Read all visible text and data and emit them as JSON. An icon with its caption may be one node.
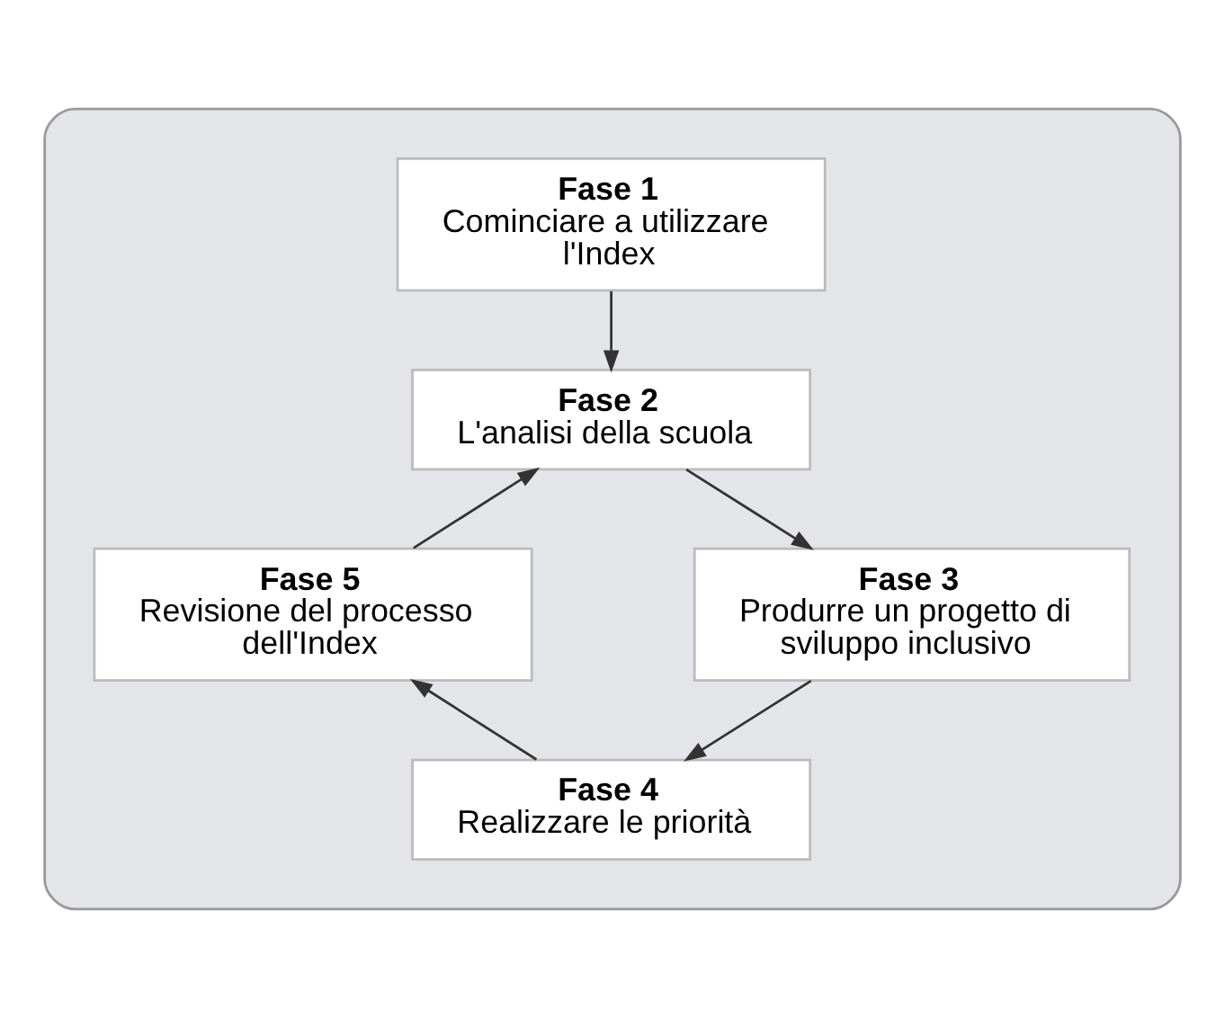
{
  "diagram": {
    "nodes": [
      {
        "text": [],
        "shape": "box"
      },
      {
        "text": [
          "Fase 1",
          "Cominciare a utilizzare l'Index"
        ],
        "in": 0
      },
      {
        "text": [
          "Fase 2",
          "L'analisi della scuola"
        ],
        "in": 0
      },
      {
        "text": [
          "Fase 5",
          "Revisione del processo dell'Index"
        ],
        "in": 0
      },
      {
        "text": [
          "Fase 3",
          "Produrre un progetto di sviluppo inclusivo"
        ],
        "in": 0
      },
      {
        "text": [
          "Fase 4",
          "Realizzare le priorità"
        ],
        "in": 0
      }
    ],
    "edges": [
      {
        "from": 1,
        "to": 2,
        "arrow": "to"
      },
      {
        "from": 2,
        "to": 4,
        "arrow": "to"
      },
      {
        "from": 4,
        "to": 5,
        "arrow": "to"
      },
      {
        "from": 5,
        "to": 3,
        "arrow": "to"
      },
      {
        "from": 3,
        "to": 2,
        "arrow": "to"
      }
    ]
  }
}
